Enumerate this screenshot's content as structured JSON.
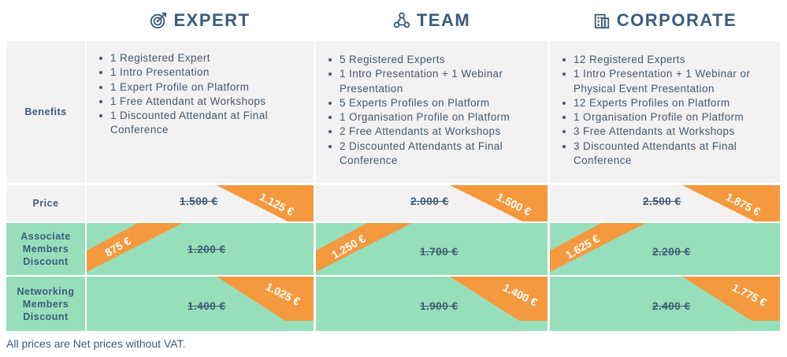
{
  "plans": [
    {
      "name": "EXPERT",
      "icon": "target-icon"
    },
    {
      "name": "TEAM",
      "icon": "team-network-icon"
    },
    {
      "name": "CORPORATE",
      "icon": "building-icon"
    }
  ],
  "row_labels": {
    "benefits": "Benefits",
    "price": "Price",
    "associate_line1": "Associate",
    "associate_line2": "Members",
    "associate_line3": "Discount",
    "networking_line1": "Networking",
    "networking_line2": "Members",
    "networking_line3": "Discount"
  },
  "benefits": [
    [
      "1 Registered Expert",
      "1 Intro Presentation",
      "1 Expert Profile on Platform",
      "1 Free Attendant at Workshops",
      "1 Discounted Attendant at Final Conference"
    ],
    [
      "5 Registered Experts",
      "1 Intro Presentation + 1 Webinar Presentation",
      "5 Experts Profiles on Platform",
      "1 Organisation Profile on Platform",
      "2 Free Attendants at Workshops",
      "2 Discounted Attendants at Final Conference"
    ],
    [
      "12 Registered Experts",
      "1 Intro Presentation + 1 Webinar or Physical Event Presentation",
      "12 Experts Profiles on Platform",
      "1 Organisation Profile on Platform",
      "3 Free Attendants at Workshops",
      "3 Discounted Attendants at Final Conference"
    ]
  ],
  "prices": {
    "regular": [
      {
        "old": "1.500 €",
        "new": "1.125 €"
      },
      {
        "old": "2.000 €",
        "new": "1.500 €"
      },
      {
        "old": "2.500 €",
        "new": "1.875 €"
      }
    ],
    "associate": [
      {
        "old": "1.200 €",
        "new": "875 €"
      },
      {
        "old": "1.700 €",
        "new": "1.250 €"
      },
      {
        "old": "2.200 €",
        "new": "1.625 €"
      }
    ],
    "networking": [
      {
        "old": "1.400 €",
        "new": "1.025 €"
      },
      {
        "old": "1.900 €",
        "new": "1.400 €"
      },
      {
        "old": "2.400 €",
        "new": "1.775 €"
      }
    ]
  },
  "footnote": "All prices are Net prices without VAT.",
  "colors": {
    "header_text": "#3b5b7d",
    "light_bg": "#f4f1f3",
    "green_bg": "#97dfba",
    "ribbon": "#f5993f"
  }
}
